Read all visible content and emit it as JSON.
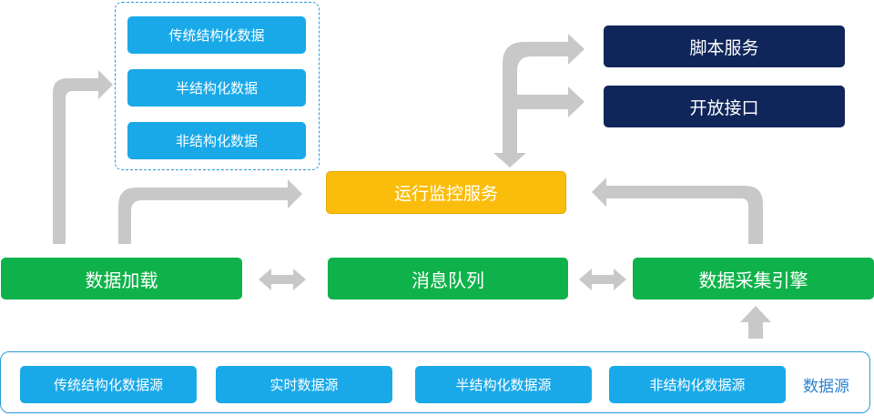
{
  "storage": [
    "传统结构化数据",
    "半结构化数据",
    "非结构化数据"
  ],
  "services": {
    "script": "脚本服务",
    "api": "开放接口"
  },
  "monitor": "运行监控服务",
  "core": {
    "loader": "数据加载",
    "queue": "消息队列",
    "engine": "数据采集引擎"
  },
  "sources": {
    "label": "数据源",
    "items": [
      "传统结构化数据源",
      "实时数据源",
      "半结构化数据源",
      "非结构化数据源"
    ]
  },
  "colors": {
    "green": "#0fb24a",
    "navy": "#10265a",
    "gold": "#fbbd0b",
    "blue": "#19a9e9",
    "arrow": "#c8c8c8",
    "border": "#2a9bdc"
  }
}
